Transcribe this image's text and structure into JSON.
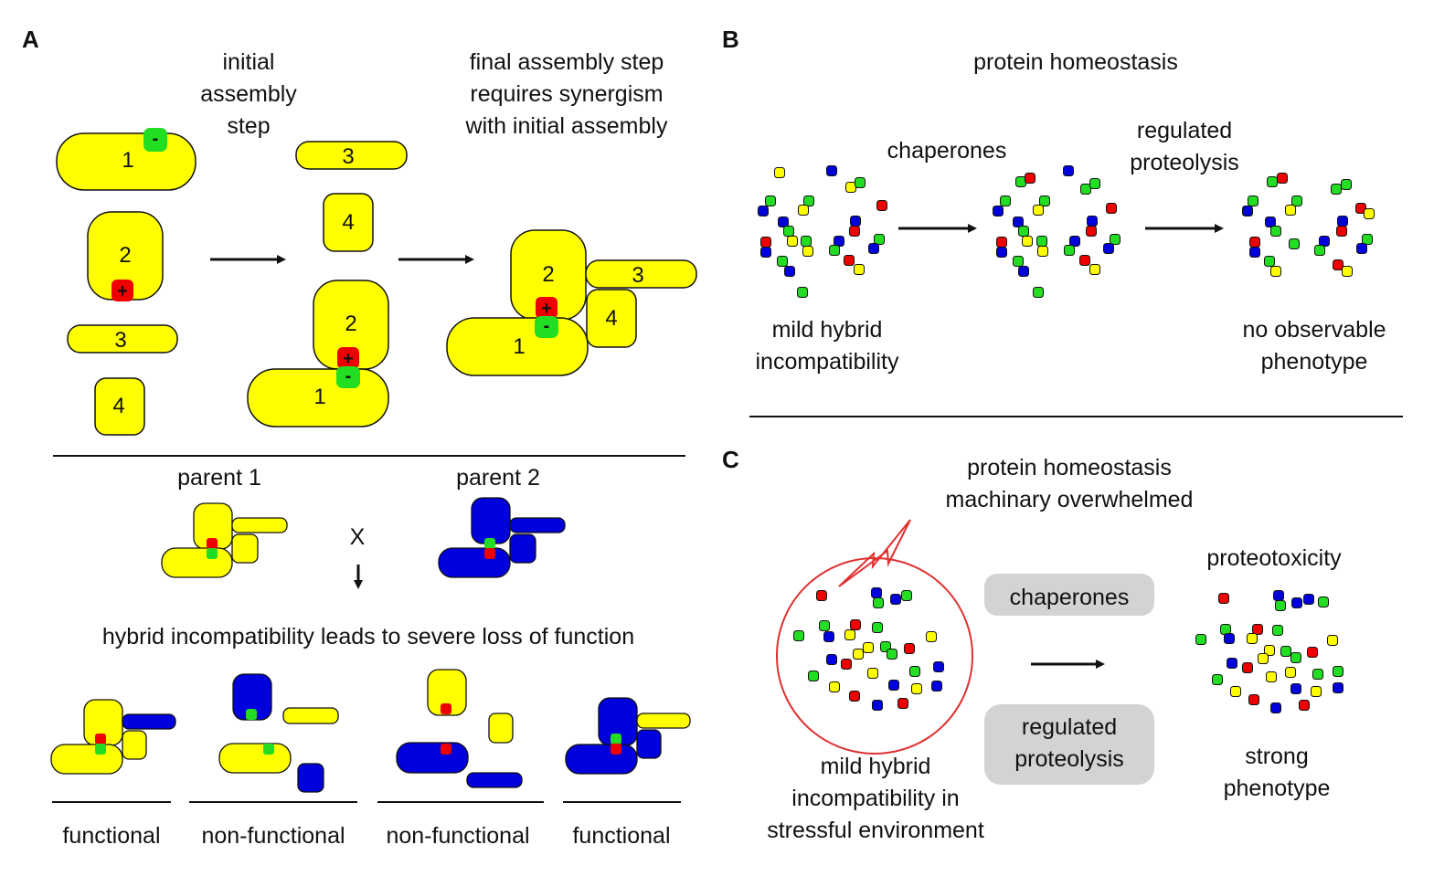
{
  "colors": {
    "yellow": "#ffff00",
    "blue": "#0000dd",
    "red": "#ee0000",
    "green": "#22dd22",
    "stress_red": "#e03030",
    "box_gray": "#d3d3d3"
  },
  "panel_a": {
    "letter": "A",
    "initial_step": [
      "initial",
      "assembly",
      "step"
    ],
    "final_step": [
      "final assembly step",
      "requires synergism",
      "with initial assembly"
    ],
    "subunits": [
      "1",
      "2",
      "3",
      "4"
    ],
    "plus": "+",
    "minus": "-",
    "parent1": "parent 1",
    "parent2": "parent 2",
    "cross": "X",
    "hybrid_text": "hybrid incompatibility leads to severe loss of function",
    "outcomes": [
      "functional",
      "non-functional",
      "non-functional",
      "functional"
    ]
  },
  "panel_b": {
    "letter": "B",
    "title": "protein homeostasis",
    "chaperones": "chaperones",
    "regulated": [
      "regulated",
      "proteolysis"
    ],
    "mild": [
      "mild hybrid",
      "incompatibility"
    ],
    "none": [
      "no observable",
      "phenotype"
    ]
  },
  "panel_c": {
    "letter": "C",
    "title": [
      "protein homeostasis",
      "machinary overwhelmed"
    ],
    "chaperones": "chaperones",
    "regulated": [
      "regulated",
      "proteolysis"
    ],
    "proteotoxicity": "proteotoxicity",
    "mild": [
      "mild hybrid",
      "incompatibility in",
      "stressful environment"
    ],
    "strong": [
      "strong",
      "phenotype"
    ]
  }
}
